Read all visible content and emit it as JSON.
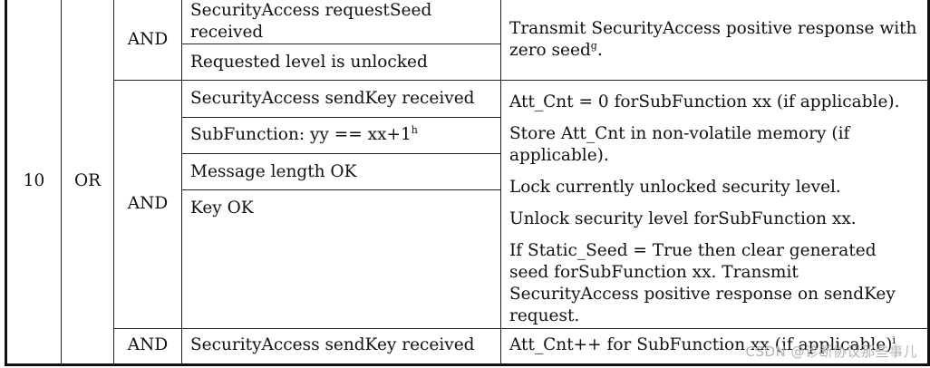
{
  "table": {
    "row_number": "10",
    "operator": "OR",
    "groups": [
      {
        "logic": "AND",
        "conditions": [
          "SecurityAccess requestSeed received",
          "Requested level is unlocked"
        ],
        "actions": [
          {
            "text": "Transmit SecurityAccess positive response with zero seed",
            "footnote": "g",
            "suffix": "."
          }
        ]
      },
      {
        "logic": "AND",
        "conditions": [
          {
            "text": "SecurityAccess sendKey received",
            "footnote": ""
          },
          {
            "text": "SubFunction: yy == xx+1",
            "footnote": "h"
          },
          {
            "text": "Message length OK",
            "footnote": ""
          },
          {
            "text": "Key OK",
            "footnote": ""
          }
        ],
        "actions": [
          "Att_Cnt = 0 forSubFunction xx (if applicable).",
          "Store Att_Cnt in non-volatile memory (if applicable).",
          "Lock currently unlocked security level.",
          "Unlock security level forSubFunction xx.",
          "If Static_Seed = True then clear generated seed forSubFunction xx. Transmit SecurityAccess positive response on sendKey request."
        ]
      },
      {
        "logic": "AND",
        "conditions": [
          "SecurityAccess sendKey received"
        ],
        "actions": [
          {
            "text": "Att_Cnt++ for SubFunction xx (if applicable)",
            "footnote": "i"
          }
        ]
      }
    ]
  },
  "watermark": "CSDN @诊断协议那些事儿"
}
